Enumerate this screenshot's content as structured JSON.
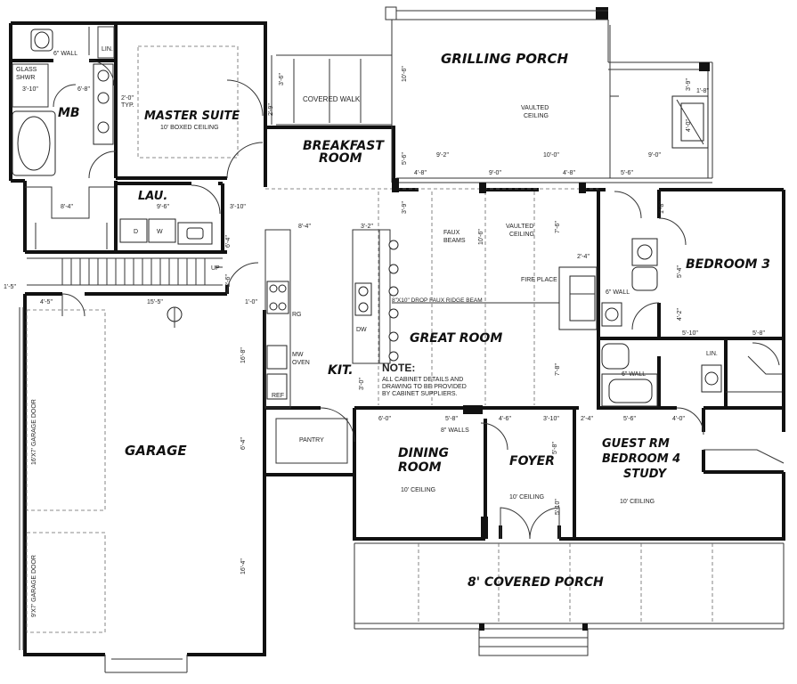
{
  "rooms": {
    "grilling_porch": "GRILLING PORCH",
    "covered_walk": "COVERED WALK",
    "breakfast_room": [
      "BREAKFAST",
      "ROOM"
    ],
    "master_suite": "MASTER SUITE",
    "master_suite_ceiling": "10' BOXED CEILING",
    "mb": "MB",
    "glass_shwr": [
      "GLASS",
      "SHWR"
    ],
    "lin": "LIN.",
    "wall_6": "6\" WALL",
    "lau": "LAU.",
    "great_room": "GREAT ROOM",
    "faux_beams": [
      "FAUX",
      "BEAMS"
    ],
    "vaulted_ceiling": [
      "VAULTED",
      "CEILING"
    ],
    "fire_place": "FIRE PLACE",
    "drop_beam": "8\"X10\" DROP FAUX RIDGE BEAM",
    "kit": "KIT.",
    "bedroom_3": "BEDROOM 3",
    "garage": "GARAGE",
    "garage_door_upper": "16'X7' GARAGE DOOR",
    "garage_door_lower": "9'X7' GARAGE DOOR",
    "pantry": "PANTRY",
    "dining_room": [
      "DINING",
      "ROOM"
    ],
    "dining_ceiling": "10' CEILING",
    "foyer": "FOYER",
    "foyer_ceiling": "10' CEILING",
    "guest_rm": [
      "GUEST RM",
      "BEDROOM 4",
      "STUDY"
    ],
    "guest_ceiling": "10' CEILING",
    "covered_porch": "8' COVERED PORCH",
    "up": "UP",
    "mw_oven": [
      "MW",
      "OVEN"
    ],
    "ref": "REF",
    "dw": "DW",
    "rg": "RG",
    "walls_8": "8\" WALLS"
  },
  "note": {
    "title": "NOTE:",
    "lines": [
      "ALL CABINET DETAILS AND",
      "DRAWING TO BE PROVIDED",
      "BY CABINET SUPPLIERS."
    ]
  },
  "dimensions": {
    "d1": "6'-8\"",
    "d2": "3'-10\"",
    "d3": "2'-0\"",
    "d3b": "TYP.",
    "d4": "8'-4\"",
    "d5": "9'-6\"",
    "d6": "3'-10\"",
    "d7": "15'-5\"",
    "d8": "4'-5\"",
    "d9": "8'-4\"",
    "d10": "3'-2\"",
    "d11": "4'-8\"",
    "d12": "9'-0\"",
    "d13": "4'-8\"",
    "d14": "5'-6\"",
    "d15": "9'-2\"",
    "d16": "10'-0\"",
    "d17": "9'-0\"",
    "d18": "5'-10\"",
    "d19": "5'-8\"",
    "d20": "6'-0\"",
    "d21": "5'-8\"",
    "d22": "4'-6\"",
    "d23": "3'-10\"",
    "d24": "2'-4\"",
    "d25": "5'-6\"",
    "d26": "4'-0\"",
    "d27": "2'-4\"",
    "d28": "1'-8\"",
    "d29": "3'-9\"",
    "d30": "4'-0\"",
    "d31": "10'-6\"",
    "d32": "16'-8\"",
    "d33": "6'-4\"",
    "d34": "16'-4\"",
    "d35": "10'-6\"",
    "d36": "7'-6\"",
    "d37": "7'-8\"",
    "d38": "5'-4\"",
    "d39": "4'-2\"",
    "d40": "5'-8\"",
    "d41": "5'-10\"",
    "d42": "1'-8\"",
    "d43": "6'-4\"",
    "d44": "2'-6\"",
    "d45": "1'-5\"",
    "d46": "1'-0\"",
    "d47": "2'-9\"",
    "d48": "3'-6\"",
    "d49": "3'-0\"",
    "d50": "3'-9\"",
    "d51": "5'-6\""
  },
  "fixtures": {
    "washer": "W",
    "dryer": "D"
  }
}
